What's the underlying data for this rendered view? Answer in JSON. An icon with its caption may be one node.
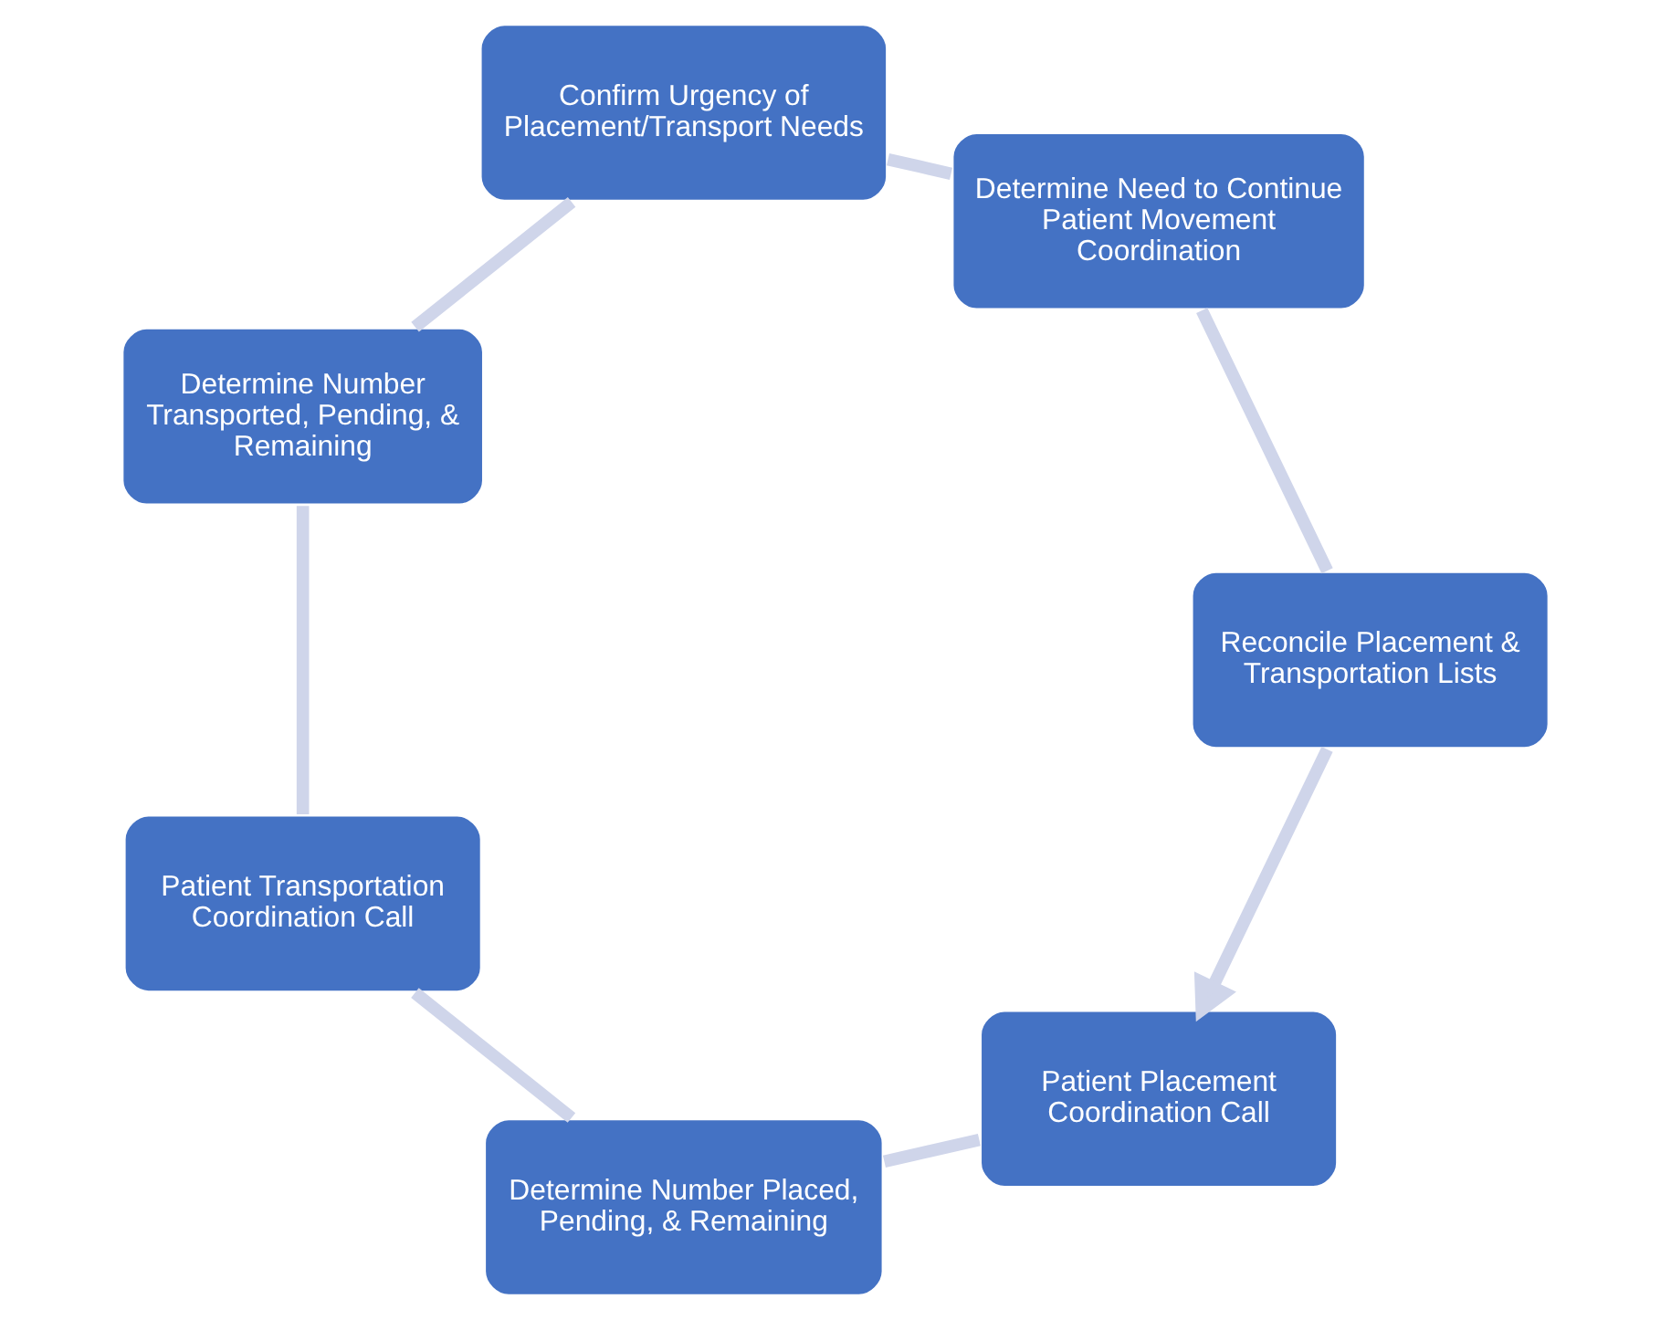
{
  "diagram": {
    "nodes": [
      {
        "text": [
          "Patient Placement Coordination Call"
        ]
      },
      {
        "text": [
          "Determine Number Placed, Pending, & Remaining"
        ]
      },
      {
        "text": [
          "Patient Transportation Coordination Call"
        ]
      },
      {
        "text": [
          "Determine Number Transported, Pending, & Remaining"
        ]
      },
      {
        "text": [
          "Confirm Urgency of Placement/Transport Needs"
        ]
      },
      {
        "text": [
          "Determine Need to Continue Patient Movement Coordination"
        ]
      },
      {
        "text": [
          "Reconcile Placement & Transportation Lists"
        ]
      }
    ],
    "edges": [
      {
        "from": 0,
        "to": 1,
        "arrow": "none",
        "color": "#cfd5ea"
      },
      {
        "from": 1,
        "to": 2,
        "arrow": "none",
        "color": "#cfd5ea"
      },
      {
        "from": 2,
        "to": 3,
        "arrow": "none",
        "color": "#cfd5ea"
      },
      {
        "from": 3,
        "to": 4,
        "arrow": "none",
        "color": "#cfd5ea"
      },
      {
        "from": 4,
        "to": 5,
        "arrow": "none",
        "color": "#cfd5ea"
      },
      {
        "from": 5,
        "to": 6,
        "arrow": "none",
        "color": "#cfd5ea"
      },
      {
        "from": 6,
        "to": 0,
        "arrow": "to",
        "color": "#cfd5ea"
      }
    ]
  }
}
